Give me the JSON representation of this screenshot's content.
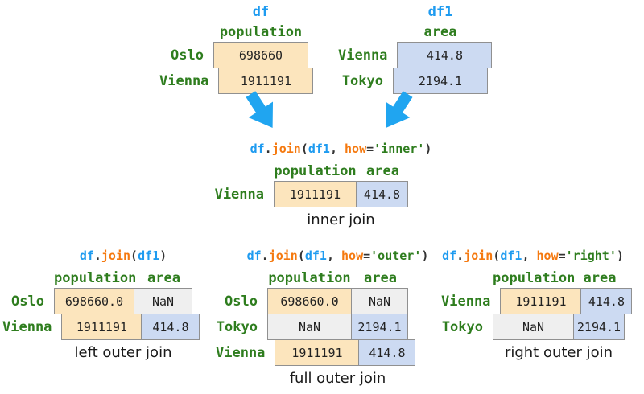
{
  "colors": {
    "green": "#2e7d1e",
    "code-blue": "#1e9bf0",
    "code-orange": "#f5790f",
    "code-plain": "#333333",
    "arrow-blue": "#20a5f0",
    "cell-population": "#fce5bd",
    "cell-area": "#ccdaf2",
    "cell-nan": "#efefef",
    "cell-border": "#909090",
    "value-text": "#222222",
    "caption-text": "#1a1a1a"
  },
  "arrows": [
    {
      "name": "arrow-down-right"
    },
    {
      "name": "arrow-down-left"
    }
  ],
  "top_frames": [
    {
      "title": "df",
      "columns": [
        "population"
      ],
      "rows": [
        {
          "label": "Oslo",
          "cells": [
            {
              "value": "698660",
              "type": "population"
            }
          ]
        },
        {
          "label": "Vienna",
          "cells": [
            {
              "value": "1911191",
              "type": "population"
            }
          ]
        }
      ]
    },
    {
      "title": "df1",
      "columns": [
        "area"
      ],
      "rows": [
        {
          "label": "Vienna",
          "cells": [
            {
              "value": "414.8",
              "type": "area"
            }
          ]
        },
        {
          "label": "Tokyo",
          "cells": [
            {
              "value": "2194.1",
              "type": "area"
            }
          ]
        }
      ]
    }
  ],
  "joins": {
    "inner": {
      "code": [
        {
          "t": "df",
          "c": "blue"
        },
        {
          "t": ".",
          "c": "plain"
        },
        {
          "t": "join",
          "c": "orange"
        },
        {
          "t": "(",
          "c": "plain"
        },
        {
          "t": "df1",
          "c": "blue"
        },
        {
          "t": ", ",
          "c": "plain"
        },
        {
          "t": "how",
          "c": "orange"
        },
        {
          "t": "=",
          "c": "plain"
        },
        {
          "t": "'inner'",
          "c": "green"
        },
        {
          "t": ")",
          "c": "plain"
        }
      ],
      "columns": [
        "population",
        "area"
      ],
      "rows": [
        {
          "label": "Vienna",
          "cells": [
            {
              "value": "1911191",
              "type": "population"
            },
            {
              "value": "414.8",
              "type": "area"
            }
          ]
        }
      ],
      "caption": "inner join"
    },
    "left": {
      "code": [
        {
          "t": "df",
          "c": "blue"
        },
        {
          "t": ".",
          "c": "plain"
        },
        {
          "t": "join",
          "c": "orange"
        },
        {
          "t": "(",
          "c": "plain"
        },
        {
          "t": "df1",
          "c": "blue"
        },
        {
          "t": ")",
          "c": "plain"
        }
      ],
      "columns": [
        "population",
        "area"
      ],
      "rows": [
        {
          "label": "Oslo",
          "cells": [
            {
              "value": "698660.0",
              "type": "population"
            },
            {
              "value": "NaN",
              "type": "nan"
            }
          ]
        },
        {
          "label": "Vienna",
          "cells": [
            {
              "value": "1911191",
              "type": "population"
            },
            {
              "value": "414.8",
              "type": "area"
            }
          ]
        }
      ],
      "caption": "left outer join"
    },
    "outer": {
      "code": [
        {
          "t": "df",
          "c": "blue"
        },
        {
          "t": ".",
          "c": "plain"
        },
        {
          "t": "join",
          "c": "orange"
        },
        {
          "t": "(",
          "c": "plain"
        },
        {
          "t": "df1",
          "c": "blue"
        },
        {
          "t": ", ",
          "c": "plain"
        },
        {
          "t": "how",
          "c": "orange"
        },
        {
          "t": "=",
          "c": "plain"
        },
        {
          "t": "'outer'",
          "c": "green"
        },
        {
          "t": ")",
          "c": "plain"
        }
      ],
      "columns": [
        "population",
        "area"
      ],
      "rows": [
        {
          "label": "Oslo",
          "cells": [
            {
              "value": "698660.0",
              "type": "population"
            },
            {
              "value": "NaN",
              "type": "nan"
            }
          ]
        },
        {
          "label": "Tokyo",
          "cells": [
            {
              "value": "NaN",
              "type": "nan"
            },
            {
              "value": "2194.1",
              "type": "area"
            }
          ]
        },
        {
          "label": "Vienna",
          "cells": [
            {
              "value": "1911191",
              "type": "population"
            },
            {
              "value": "414.8",
              "type": "area"
            }
          ]
        }
      ],
      "caption": "full outer join"
    },
    "right": {
      "code": [
        {
          "t": "df",
          "c": "blue"
        },
        {
          "t": ".",
          "c": "plain"
        },
        {
          "t": "join",
          "c": "orange"
        },
        {
          "t": "(",
          "c": "plain"
        },
        {
          "t": "df1",
          "c": "blue"
        },
        {
          "t": ", ",
          "c": "plain"
        },
        {
          "t": "how",
          "c": "orange"
        },
        {
          "t": "=",
          "c": "plain"
        },
        {
          "t": "'right'",
          "c": "green"
        },
        {
          "t": ")",
          "c": "plain"
        }
      ],
      "columns": [
        "population",
        "area"
      ],
      "rows": [
        {
          "label": "Vienna",
          "cells": [
            {
              "value": "1911191",
              "type": "population"
            },
            {
              "value": "414.8",
              "type": "area"
            }
          ]
        },
        {
          "label": "Tokyo",
          "cells": [
            {
              "value": "NaN",
              "type": "nan"
            },
            {
              "value": "2194.1",
              "type": "area"
            }
          ]
        }
      ],
      "caption": "right outer join"
    }
  }
}
